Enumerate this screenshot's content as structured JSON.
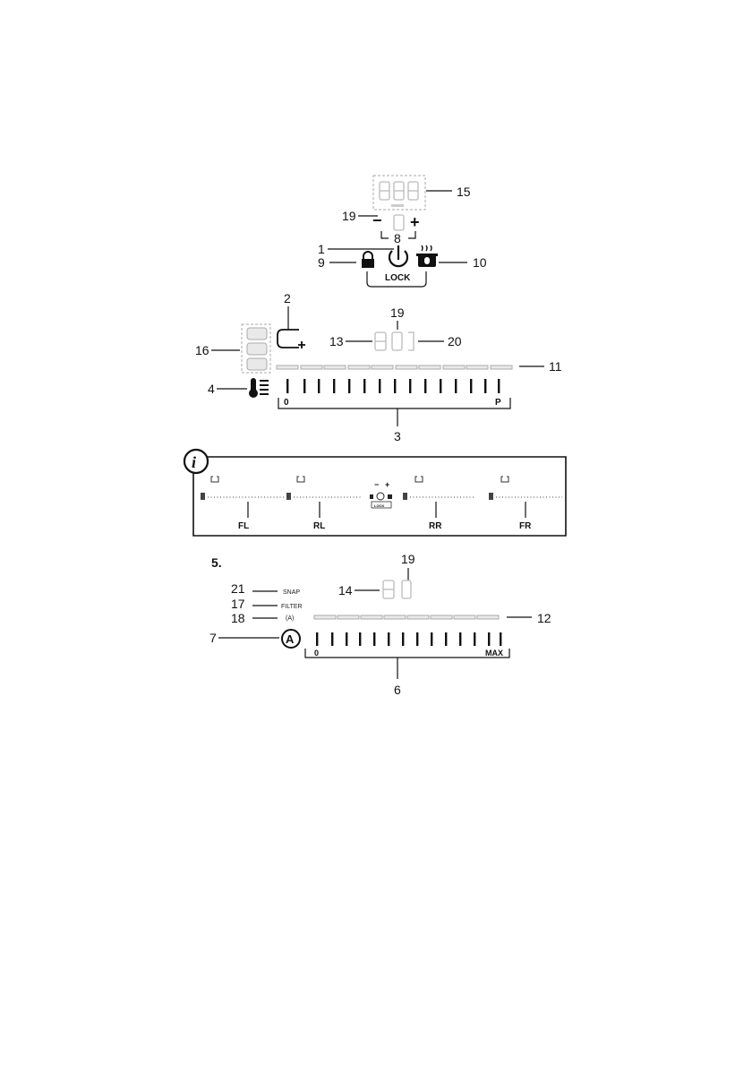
{
  "callouts": {
    "c1": "1",
    "c2": "2",
    "c3": "3",
    "c4": "4",
    "c6": "6",
    "c7": "7",
    "c8": "8",
    "c9": "9",
    "c10": "10",
    "c11": "11",
    "c12": "12",
    "c13": "13",
    "c14": "14",
    "c15": "15",
    "c16": "16",
    "c17": "17",
    "c18": "18",
    "c19a": "19",
    "c19b": "19",
    "c19c": "19",
    "c20": "20",
    "c21": "21"
  },
  "top": {
    "minus": "−",
    "plus": "+",
    "lock_label": "LOCK"
  },
  "cooking_zone": {
    "scale_min": "0",
    "scale_max": "P"
  },
  "info_panel": {
    "zones": [
      "FL",
      "RL",
      "RR",
      "FR"
    ],
    "mini_lock_label": "LOCK",
    "mini_minus": "−",
    "mini_plus": "+"
  },
  "section5": {
    "heading": "5.",
    "snap": "SNAP",
    "filter": "FILTER",
    "auto": "(A)",
    "auto_button": "A",
    "scale_min": "0",
    "scale_max": "MAX"
  },
  "colors": {
    "ink": "#111111",
    "ghost": "#bbbbbb"
  },
  "icons": [
    "power-icon",
    "lock-icon",
    "keep-warm-icon",
    "thermometer-icon",
    "add-zone-icon",
    "info-icon",
    "auto-icon"
  ]
}
